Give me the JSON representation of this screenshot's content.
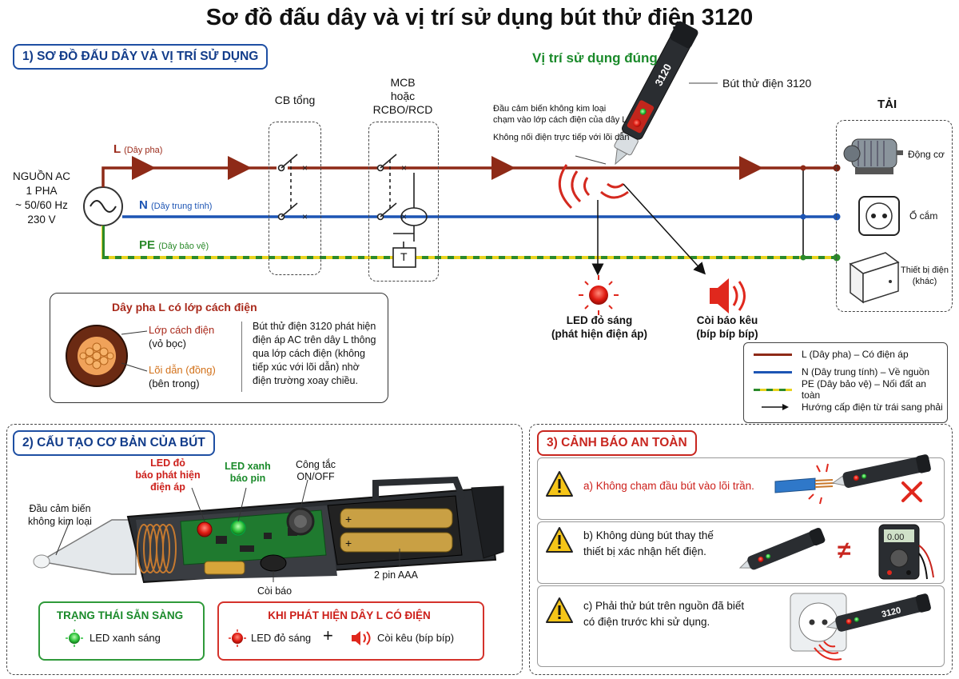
{
  "title": "Sơ đồ đấu dây và vị trí sử dụng bút thử điện 3120",
  "sec1": {
    "heading": "1) SƠ ĐỒ ĐẤU DÂY VÀ VỊ TRÍ SỬ DỤNG",
    "source": [
      "NGUỒN AC",
      "1 PHA",
      "~ 50/60 Hz",
      "230 V"
    ],
    "wires": {
      "L": "L",
      "L_sub": "(Dây pha)",
      "N": "N",
      "N_sub": "(Dây trung tính)",
      "PE": "PE",
      "PE_sub": "(Dây bảo vệ)"
    },
    "cb_label": "CB tổng",
    "mcb_label": [
      "MCB",
      "hoặc",
      "RCBO/RCD"
    ],
    "rcd_test": "T",
    "correct_use": "Vị trí sử dụng đúng",
    "pen_name": "Bút thử điện 3120",
    "pen_model": "3120",
    "note1": [
      "Đầu cảm biến không kim loại",
      "chạm vào lớp cách điện của dây L"
    ],
    "note2": "Không nối điện trực tiếp với lõi dẫn",
    "led_result": [
      "LED đỏ sáng",
      "(phát hiện điện áp)"
    ],
    "buzzer_result": [
      "Còi báo kêu",
      "(bíp bíp bíp)"
    ],
    "load_title": "TẢI",
    "loads": [
      "Động cơ",
      "Ổ cắm",
      "Thiết bị điện",
      "(khác)"
    ],
    "cable": {
      "title": "Dây pha L có lớp cách điện",
      "insulation": "Lớp cách điện",
      "insulation_sub": "(vỏ bọc)",
      "core": "Lõi dẫn (đồng)",
      "core_sub": "(bên trong)",
      "desc": [
        "Bút thử điện 3120 phát hiện",
        "điện áp AC trên dây L thông",
        "qua lớp cách điện (không",
        "tiếp xúc với lõi dẫn) nhờ",
        "điện trường xoay chiều."
      ]
    },
    "legend": [
      {
        "text": "L (Dây pha) – Có điện áp",
        "color": "#8e2a17"
      },
      {
        "text": "N (Dây trung tính) – Về nguồn",
        "color": "#1d55b4"
      },
      {
        "text": "PE (Dây bảo vệ) – Nối đất an toàn",
        "color": "#2b8a2b"
      },
      {
        "text": "Hướng cấp điện từ trái sang phải",
        "color": "#111111"
      }
    ]
  },
  "sec2": {
    "heading": "2) CẤU TẠO CƠ BẢN CỦA BÚT",
    "sensor": [
      "Đầu cảm biến",
      "không kim loại"
    ],
    "led_red": [
      "LED đỏ",
      "báo phát hiện",
      "điện áp"
    ],
    "led_green": [
      "LED xanh",
      "báo pin"
    ],
    "switch": [
      "Công tắc",
      "ON/OFF"
    ],
    "buzzer": "Còi báo",
    "battery": "2 pin AAA",
    "ready_title": "TRẠNG THÁI SẴN SÀNG",
    "ready_text": "LED xanh sáng",
    "detect_title": "KHI PHÁT HIỆN DÂY L CÓ ĐIỆN",
    "detect_led": "LED đỏ sáng",
    "detect_plus": "+",
    "detect_buzzer": "Còi kêu (bíp bíp)"
  },
  "sec3": {
    "heading": "3) CẢNH BÁO AN TOÀN",
    "warnings": [
      {
        "text": [
          "a) Không chạm đầu bút vào lõi trần."
        ]
      },
      {
        "text": [
          "b) Không dùng bút thay thế",
          "thiết bị xác nhận hết điện."
        ]
      },
      {
        "text": [
          "c) Phải thử bút trên nguồn đã biết",
          "có điện trước khi sử dụng."
        ]
      }
    ],
    "neq": "≠",
    "meter_display": "0.00"
  },
  "colors": {
    "L": "#8e2a17",
    "N": "#1d55b4",
    "PE_green": "#2b8a2b",
    "PE_yellow": "#e8d21e",
    "accent_blue": "#1e4fa3",
    "warn_red": "#c8261f"
  }
}
